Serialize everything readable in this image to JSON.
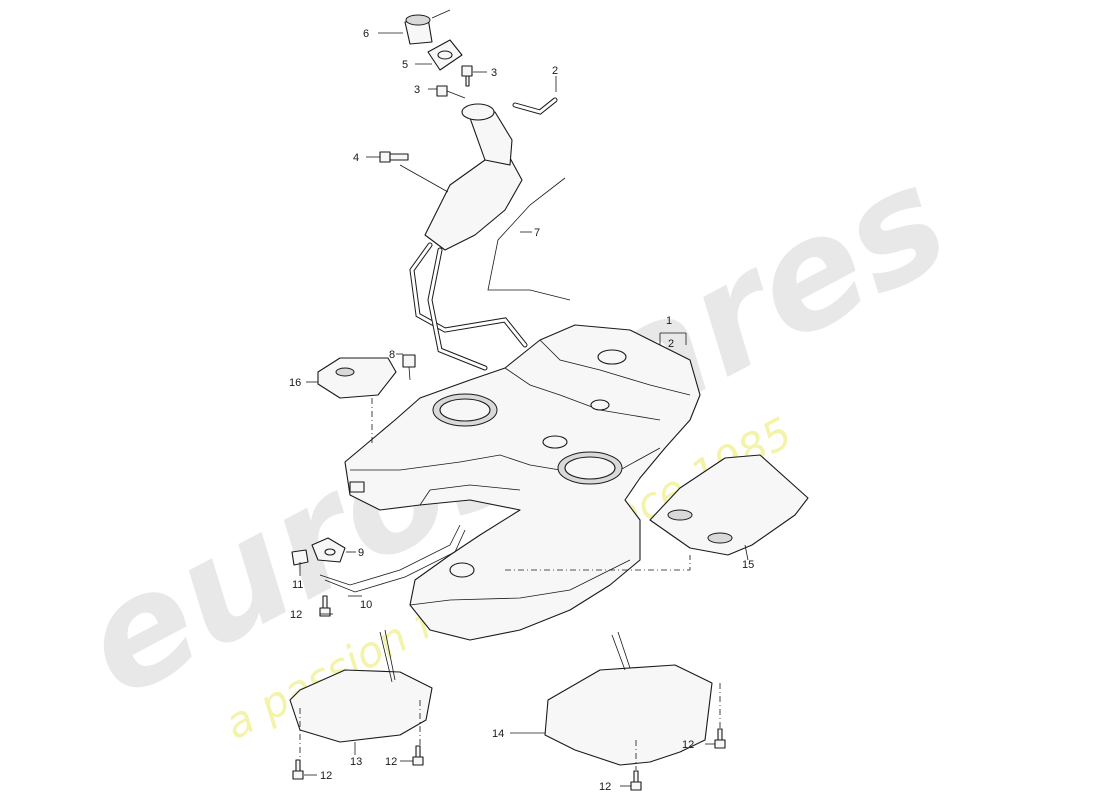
{
  "watermark": {
    "logo_text": "eurospares",
    "tagline": "a passion for parts since 1985",
    "logo_color": "#e6e6e6",
    "tagline_color": "#f2f2a0"
  },
  "callouts": {
    "c1": "1",
    "c2a": "2",
    "c2b": "2",
    "c3a": "3",
    "c3b": "3",
    "c4": "4",
    "c5": "5",
    "c6": "6",
    "c7": "7",
    "c8": "8",
    "c9": "9",
    "c10": "10",
    "c11": "11",
    "c12a": "12",
    "c12b": "12",
    "c12c": "12",
    "c12d": "12",
    "c12e": "12",
    "c13": "13",
    "c14": "14",
    "c15": "15",
    "c16": "16"
  }
}
